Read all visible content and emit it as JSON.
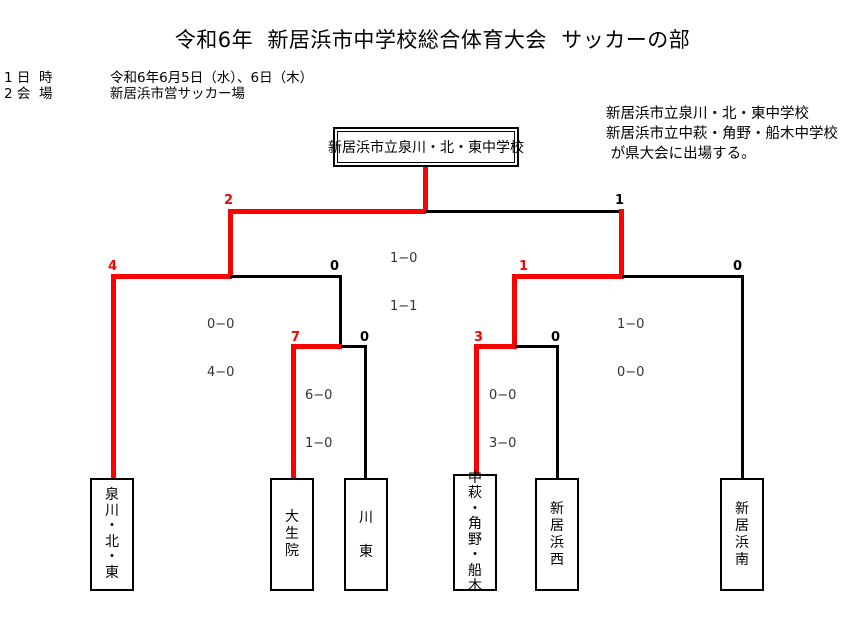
{
  "header": {
    "title": "令和6年  新居浜市中学校総合体育大会  サッカーの部",
    "info": [
      {
        "label": "1 日  時",
        "value": "令和6年6月5日（水）、6日（木）"
      },
      {
        "label": "2 会  場",
        "value": "新居浜市営サッカー場"
      }
    ],
    "note": "新居浜市立泉川・北・東中学校\n新居浜市立中萩・角野・船木中学校\n が県大会に出場する。"
  },
  "champion": {
    "name": "新居浜市立泉川・北・東中学校"
  },
  "teams": [
    {
      "id": "izumikawa",
      "name": "泉\n川\n・\n北\n・\n東"
    },
    {
      "id": "daishoin",
      "name": "大\n生\n院"
    },
    {
      "id": "kawahigashi",
      "name": "川\n東"
    },
    {
      "id": "nakahagi",
      "name": "中\n萩\n・\n角\n野\n・\n船\n木"
    },
    {
      "id": "niihama-nishi",
      "name": "新\n居\n浜\n西"
    },
    {
      "id": "niihama-minami",
      "name": "新\n居\n浜\n南"
    }
  ],
  "seeds": [
    {
      "id": "seed-final-left",
      "value": "2",
      "color": "#ff0000"
    },
    {
      "id": "seed-final-right",
      "value": "1",
      "color": "#000000"
    },
    {
      "id": "seed-semi-left-a",
      "value": "4",
      "color": "#ff0000"
    },
    {
      "id": "seed-semi-left-b",
      "value": "0",
      "color": "#000000"
    },
    {
      "id": "seed-semi-right-a",
      "value": "1",
      "color": "#ff0000"
    },
    {
      "id": "seed-semi-right-b",
      "value": "0",
      "color": "#000000"
    },
    {
      "id": "seed-quarter-left-a",
      "value": "7",
      "color": "#ff0000"
    },
    {
      "id": "seed-quarter-left-b",
      "value": "0",
      "color": "#000000"
    },
    {
      "id": "seed-quarter-right-a",
      "value": "3",
      "color": "#ff0000"
    },
    {
      "id": "seed-quarter-right-b",
      "value": "0",
      "color": "#000000"
    }
  ],
  "scores": [
    {
      "id": "score-final",
      "line1": "1−0",
      "line2": "1−1"
    },
    {
      "id": "score-semi-left",
      "line1": "0−0",
      "line2": "4−0"
    },
    {
      "id": "score-semi-right",
      "line1": "1−0",
      "line2": "0−0"
    },
    {
      "id": "score-quarter-left",
      "line1": "6−0",
      "line2": "1−0"
    },
    {
      "id": "score-quarter-right",
      "line1": "0−0",
      "line2": "3−0"
    }
  ],
  "colors": {
    "winner_path": "#ff0000",
    "line": "#000000",
    "score_text": "#333333"
  }
}
